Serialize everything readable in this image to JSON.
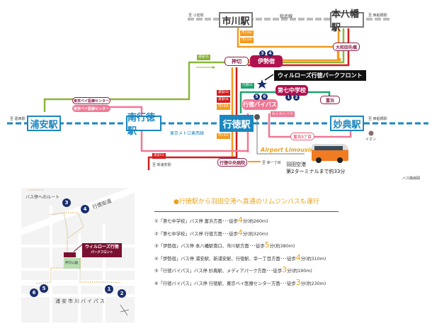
{
  "route_map": {
    "jr_line": {
      "name": "総武線",
      "color": "#7a7a7a",
      "to_west": "至 小岩駅",
      "to_east": "至 西船橋駅"
    },
    "metro_line": {
      "name": "東京メトロ東西線",
      "color": "#1b87c0",
      "to_west": "至 葛西駅",
      "to_east": "至 西船橋駅"
    },
    "stations": {
      "ichikawa": "市川駅",
      "motoyawata": "本八幡駅",
      "urayasu": "浦安駅",
      "minamigyotoku": "南行徳駅",
      "gyotoku": "行徳駅",
      "myoden": "妙典駅"
    },
    "bus_stops": {
      "oshikiri": "押切",
      "isejuku": "伊勢宿",
      "owada": "大和田先橋",
      "daishichi": "第七中学校",
      "tomihama": "富浜",
      "bypass": "行徳バイパス",
      "wakuwaku": "わくわくバス",
      "tomihama3": "富浜3丁目",
      "hospital": "行徳中央病院",
      "tokyobay1": "東京ベイ医療センター",
      "tokyobay2": "東京ベイ医療センター",
      "aeon": "イオン"
    },
    "route_badges": {
      "ichi02": "市川02",
      "ichi04": "市川04",
      "ura01": "浦安01",
      "ura03": "浦安03",
      "ura04": "浦安04",
      "ichi04b": "市川04",
      "gyo01": "行徳01",
      "ichi02b": "市川02",
      "ura03b": "浦安03"
    },
    "destinations": {
      "shinurayasu": "至 新浦安駅",
      "saiwai": "至 幸一丁目"
    },
    "stop_numbers": {
      "isejuku": [
        "3",
        "4"
      ],
      "daishichi": [
        "1",
        "2"
      ],
      "bypass": [
        "5",
        "6"
      ]
    },
    "property_callout": "ウィルローズ行徳パークフロント",
    "airport_label": "Airport Limousine",
    "airport_note_1": "羽田空港",
    "airport_note_2": "第2ターミナルまで約33分",
    "caption": "バス路線図",
    "colors": {
      "orange": "#f39a1e",
      "green": "#8cb43c",
      "red": "#d21e1e",
      "teal": "#1ea46e",
      "pink": "#f07895",
      "maroon": "#b0124f",
      "navy": "#1b2f6e"
    }
  },
  "area_map": {
    "legend": "バス停へのルート",
    "road_1": "行徳街道",
    "road_2": "浦安市川バイパス",
    "property_label_1": "ウィルローズ行徳",
    "property_label_2": "パークフロント",
    "park": "押切公園",
    "stop_numbers": [
      "1",
      "2",
      "3",
      "4",
      "5",
      "6"
    ]
  },
  "info": {
    "headline": "●行徳駅から羽田空港へ直通のリムジンバスも運行",
    "walks": [
      {
        "pre": "①「第七中学校」バス停 富浜方面･･･徒歩",
        "mins": "4",
        "post": "分(約260m)"
      },
      {
        "pre": "②「第七中学校」バス停 行徳方面･･･徒歩",
        "mins": "4",
        "post": "分(約320m)"
      },
      {
        "pre": "③「伊勢宿」バス停 本八幡駅南口、市川駅方面･･･徒歩",
        "mins": "5",
        "post": "分(約380m)"
      },
      {
        "pre": "④「伊勢宿」バス停 浦安駅、新浦安駅、行徳駅、幸一丁目方面･･･徒歩",
        "mins": "4",
        "post": "分(約310m)"
      },
      {
        "pre": "⑤「行徳バイパス」バス停 妙典駅、メディアパーク方面･･･徒歩",
        "mins": "3",
        "post": "分(約190m)"
      },
      {
        "pre": "⑥「行徳バイパス」バス停 行徳駅、東京ベイ医療センター方面･･･徒歩",
        "mins": "3",
        "post": "分(約230m)"
      }
    ]
  }
}
